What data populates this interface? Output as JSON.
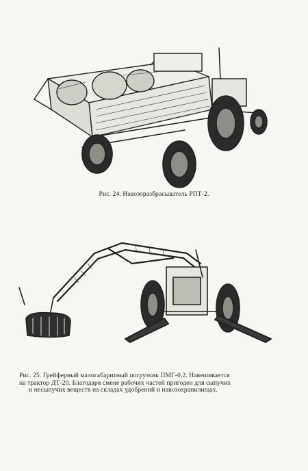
{
  "figure_1": {
    "caption": "Рис. 24. Навозоразбрасыватель РПТ-2."
  },
  "figure_2": {
    "caption_lines": [
      "Рис. 25. Грейферный малогабаритный погрузчик ПМГ-0,2. Навешивается",
      "на трактор ДТ-20. Благодаря смене рабочих частей пригоден для сыпучих",
      "и несыпучих веществ на складах удобрений и навозохранилищах."
    ]
  }
}
